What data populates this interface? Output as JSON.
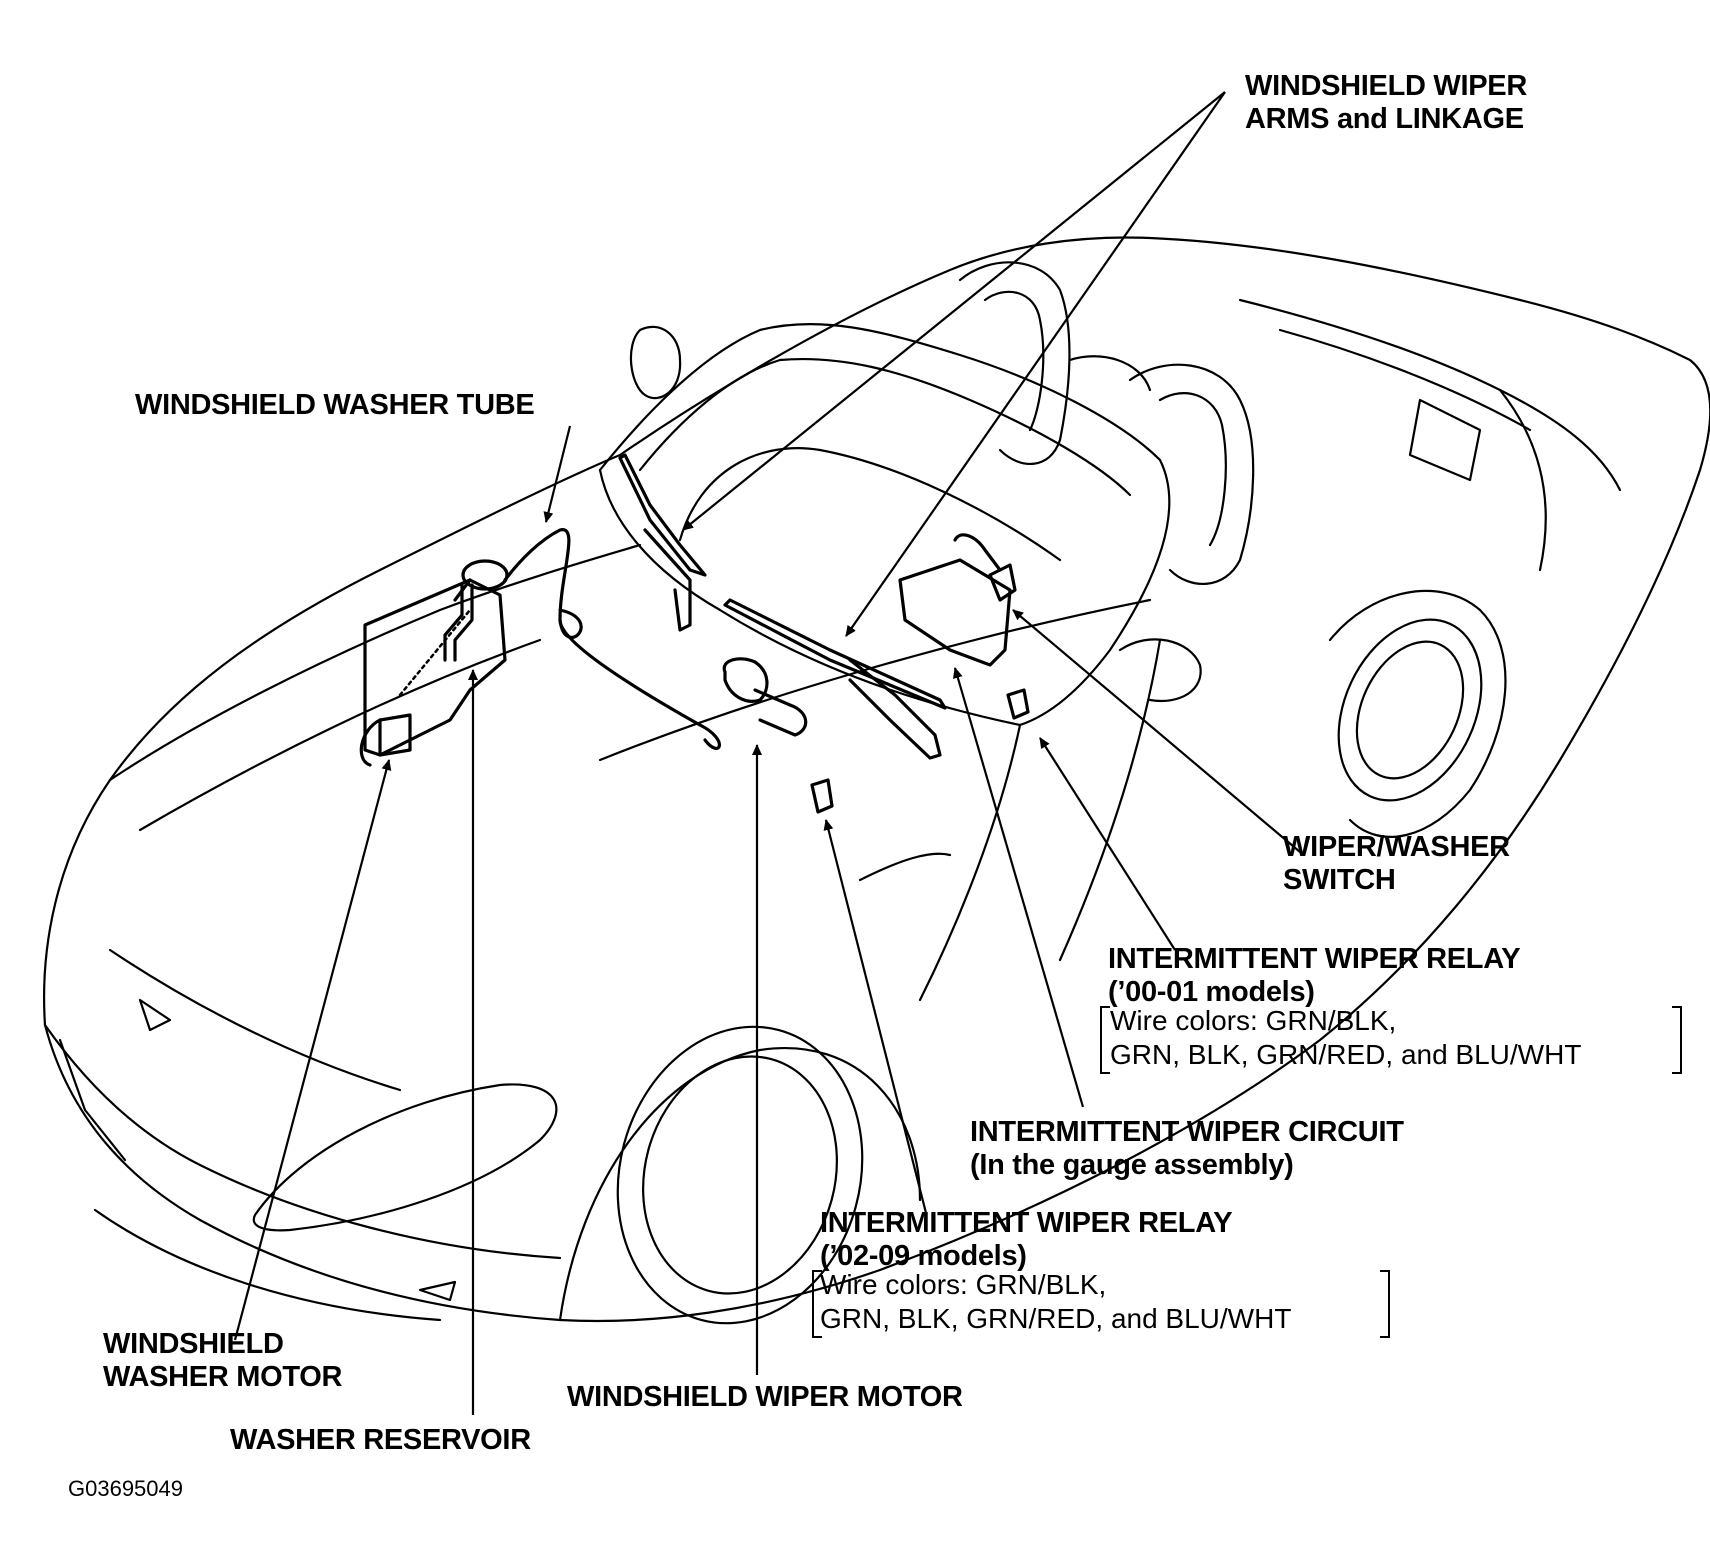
{
  "labels": {
    "wiper_arms": [
      "WINDSHIELD WIPER",
      "ARMS and LINKAGE"
    ],
    "washer_tube": "WINDSHIELD WASHER TUBE",
    "wiper_switch": [
      "WIPER/WASHER",
      "SWITCH"
    ],
    "relay_00_01": {
      "title": [
        "INTERMITTENT WIPER RELAY",
        "(’00-01 models)"
      ],
      "wire_colors": [
        "Wire colors: GRN/BLK,",
        "GRN, BLK, GRN/RED, and BLU/WHT"
      ]
    },
    "wiper_circuit": [
      "INTERMITTENT WIPER CIRCUIT",
      "(In the gauge assembly)"
    ],
    "relay_02_09": {
      "title": [
        "INTERMITTENT WIPER RELAY",
        "(’02-09 models)"
      ],
      "wire_colors": [
        "Wire colors: GRN/BLK,",
        "GRN, BLK, GRN/RED, and BLU/WHT"
      ]
    },
    "washer_motor": [
      "WINDSHIELD",
      "WASHER MOTOR"
    ],
    "wiper_motor": "WINDSHIELD WIPER MOTOR",
    "washer_reservoir": "WASHER RESERVOIR"
  },
  "figure_code": "G03695049"
}
